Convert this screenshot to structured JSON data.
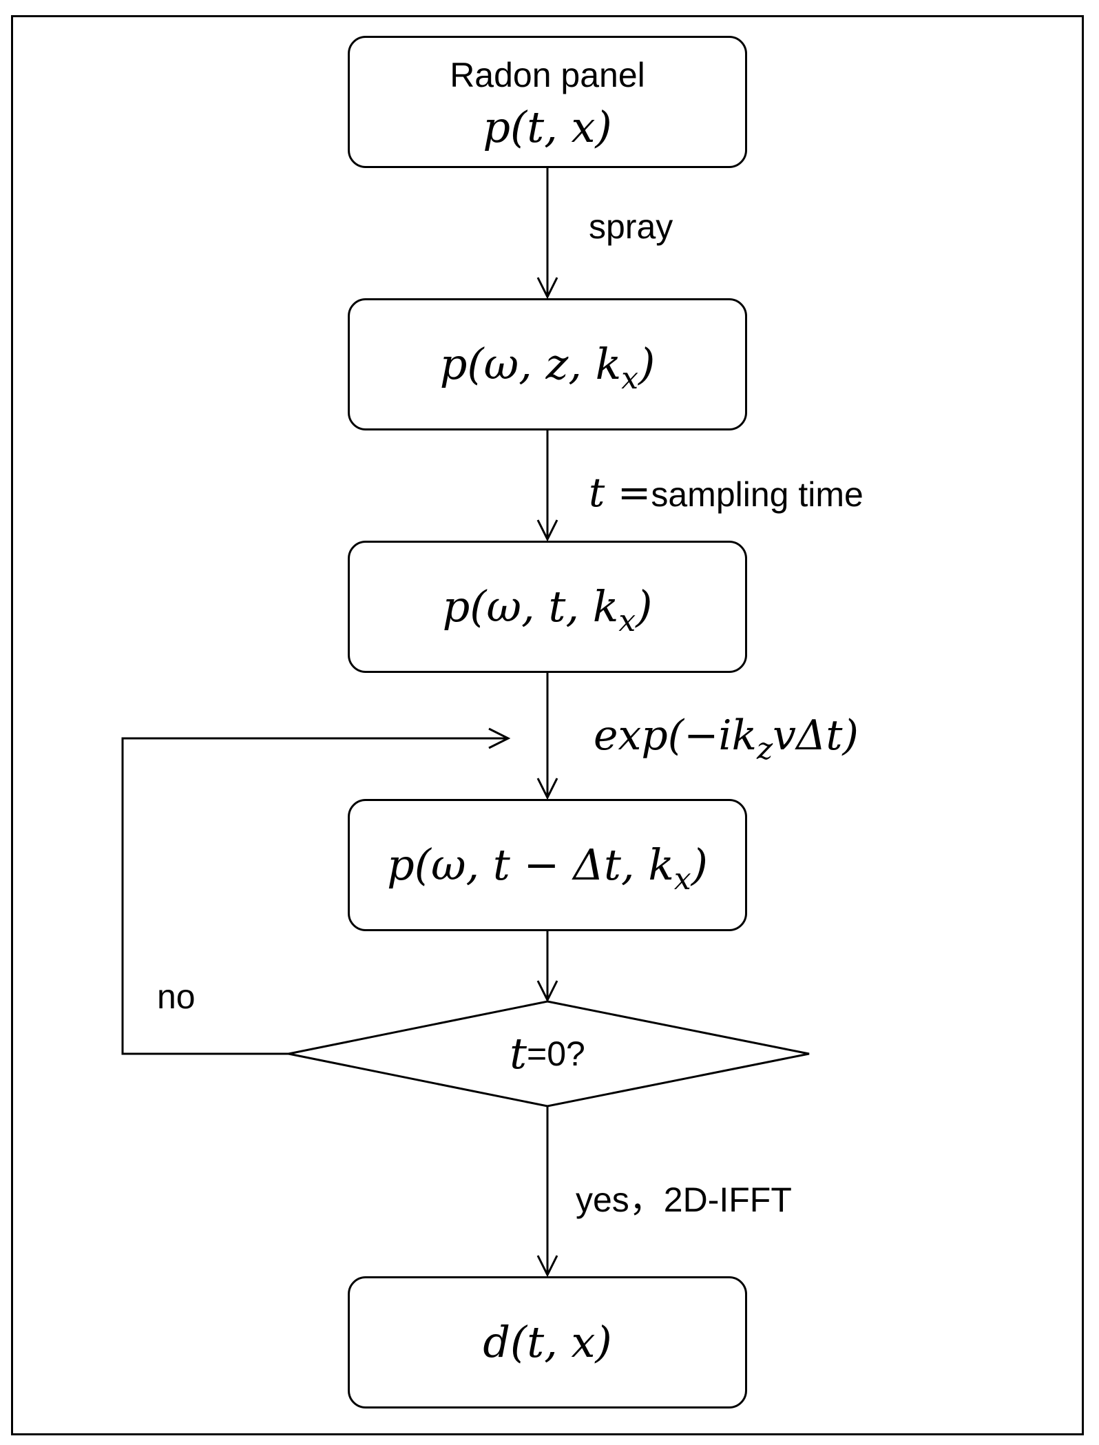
{
  "nodes": {
    "radon": {
      "title": "Radon panel",
      "formula": "p(t, x)"
    },
    "wzk": {
      "formula_main": "p(ω, z, k",
      "formula_sub": "x",
      "formula_end": ")"
    },
    "wtk": {
      "formula_main": "p(ω, t, k",
      "formula_sub": "x",
      "formula_end": ")"
    },
    "wdtk": {
      "formula_main": "p(ω, t − Δt, k",
      "formula_sub": "x",
      "formula_end": ")"
    },
    "decision": {
      "var": "t",
      "rest": "=0?"
    },
    "dtx": {
      "formula": "d(t, x)"
    }
  },
  "edges": {
    "spray": "spray",
    "sampling": {
      "var": "t",
      "eq": " =",
      "text": "sampling time"
    },
    "exp": {
      "main": "exp(−ik",
      "sub": "z",
      "end": "vΔt)"
    },
    "no": "no",
    "yes": "yes，2D-IFFT"
  }
}
